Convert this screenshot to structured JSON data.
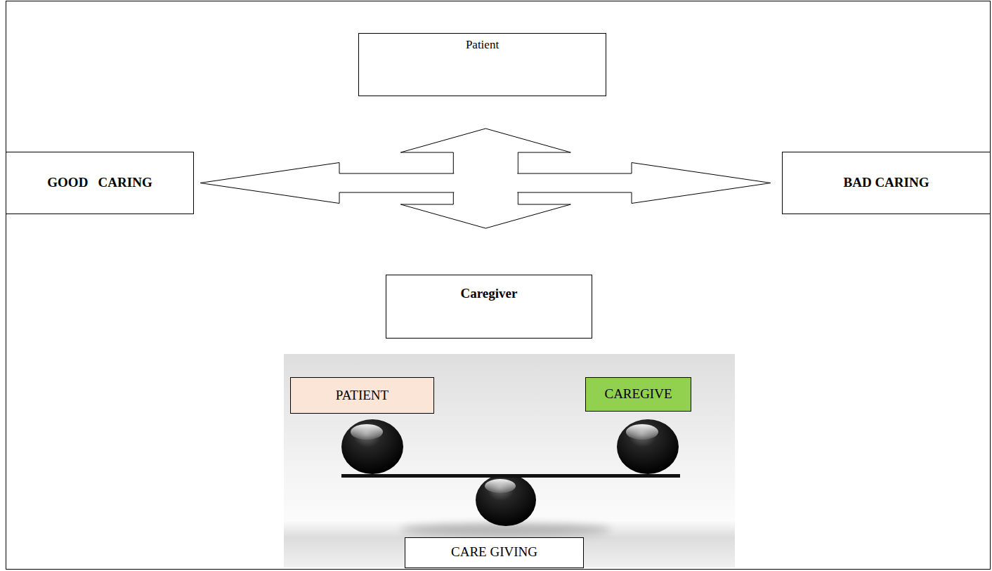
{
  "diagram": {
    "nodes": [
      {
        "text": [
          "Patient"
        ]
      },
      {
        "text": [
          "GOOD   CARING"
        ]
      },
      {
        "text": [
          "BAD CARING"
        ]
      },
      {
        "text": [
          "Caregiver"
        ]
      },
      {
        "text": [
          "PATIENT"
        ]
      },
      {
        "text": [
          "CAREGIVE"
        ]
      },
      {
        "text": [
          "CARE GIVING"
        ]
      }
    ],
    "edges": [
      {
        "from": 0,
        "to": 3,
        "arrow": "both"
      },
      {
        "from": 1,
        "to": 2,
        "arrow": "both"
      }
    ]
  }
}
